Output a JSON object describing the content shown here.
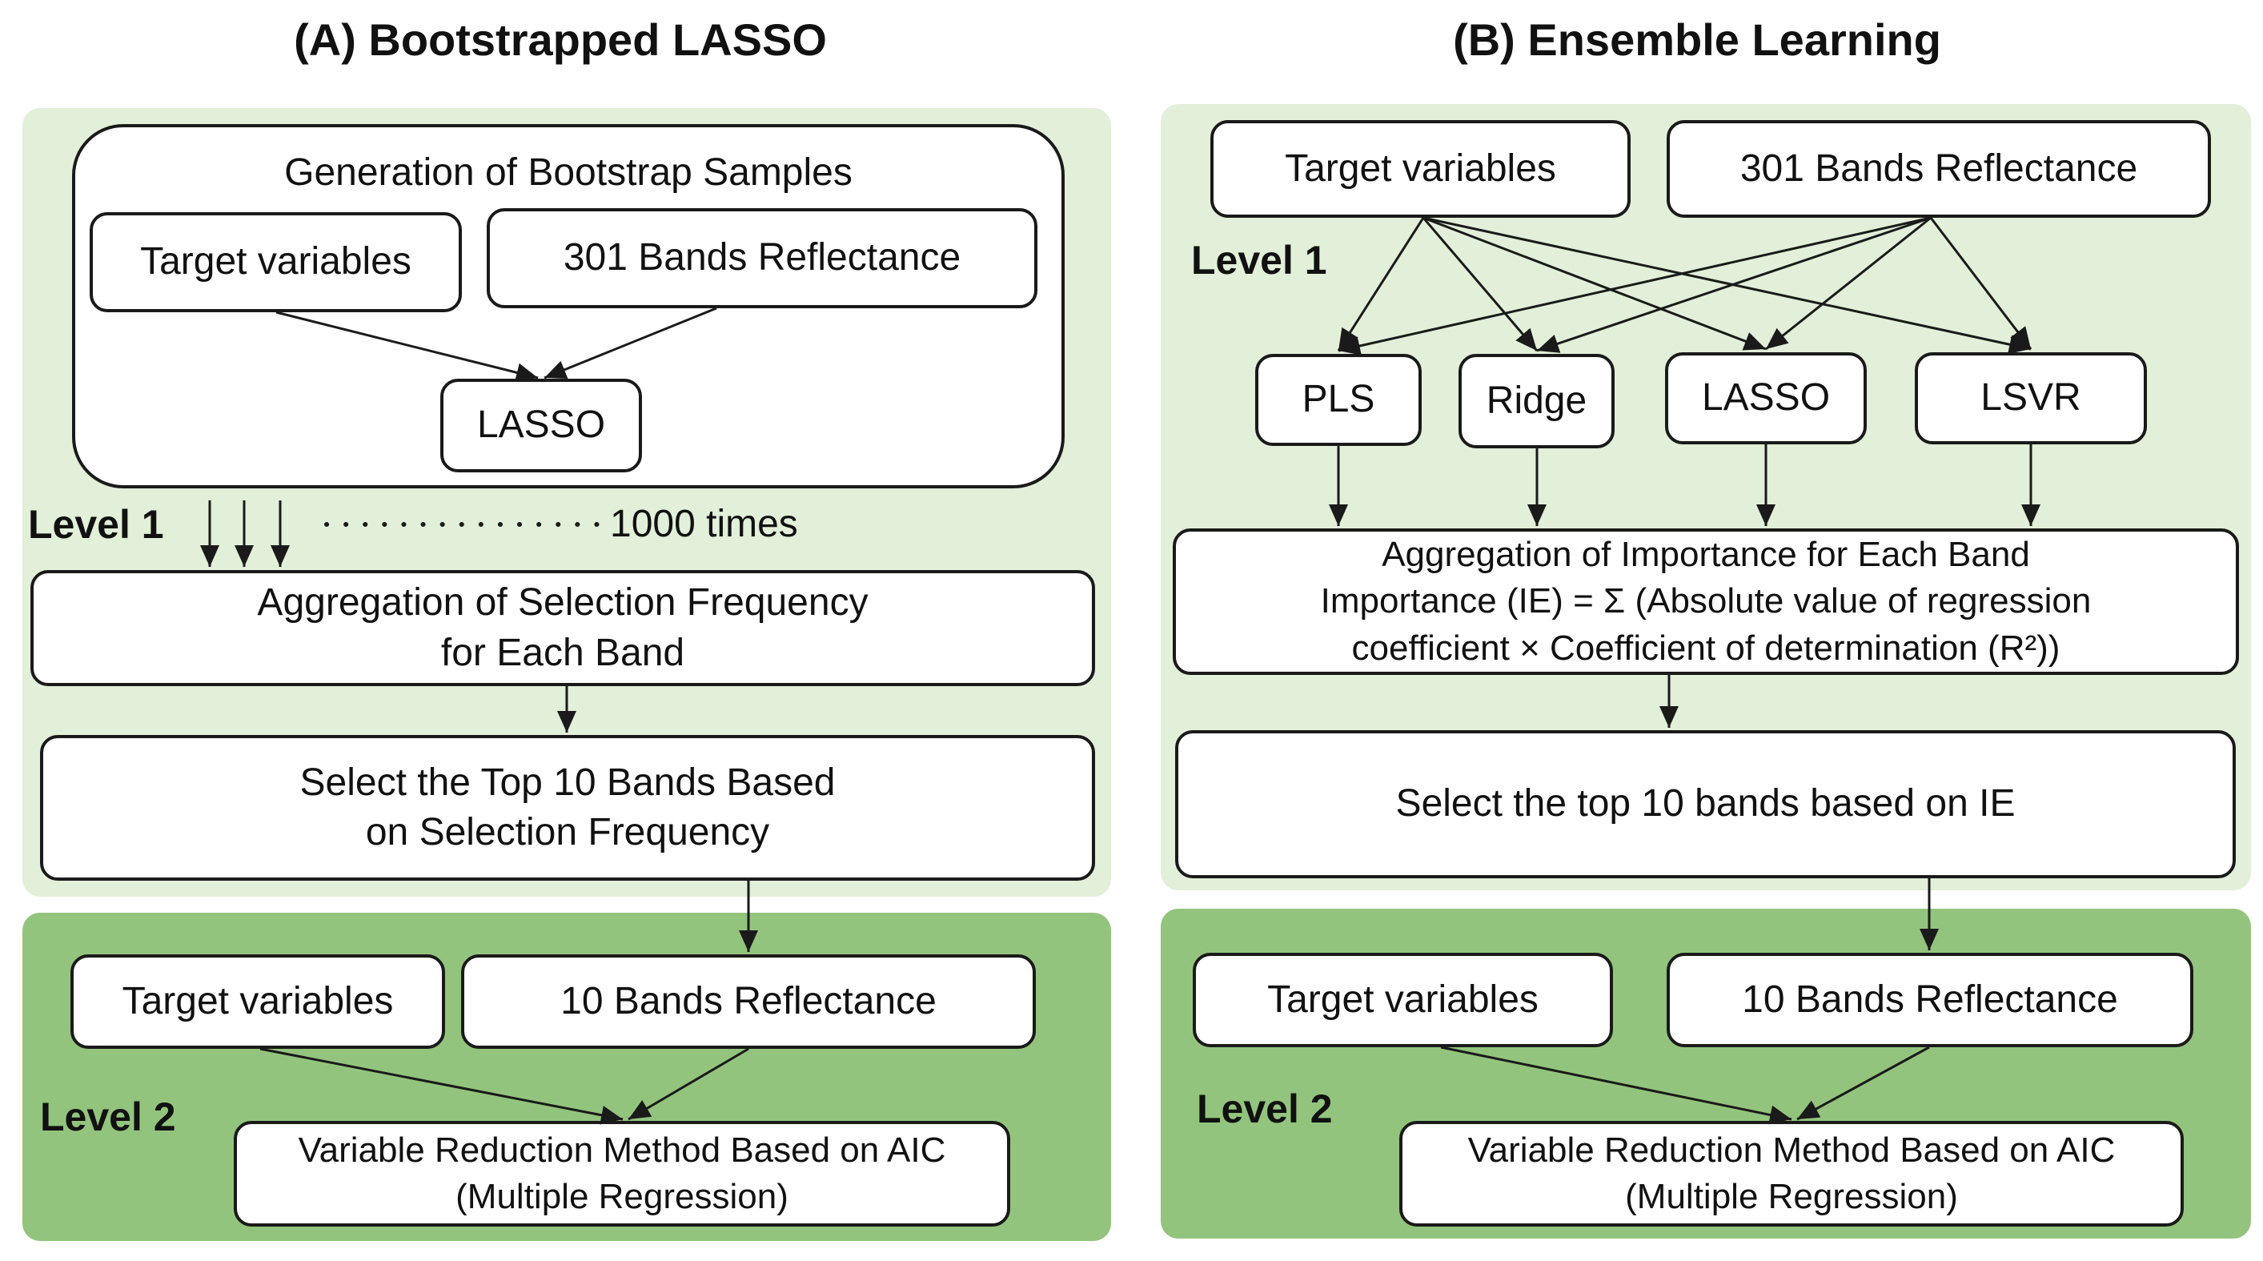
{
  "panels": {
    "a": {
      "title": "(A) Bootstrapped LASSO",
      "bootstrap_group": "Generation of Bootstrap Samples",
      "target": "Target variables",
      "bands301": "301 Bands Reflectance",
      "lasso": "LASSO",
      "level1": "Level 1",
      "repeat": "1000 times",
      "aggregation": "Aggregation of Selection Frequency\nfor Each Band",
      "select": "Select the Top 10 Bands Based\non Selection Frequency",
      "target2": "Target variables",
      "bands10": "10 Bands Reflectance",
      "level2": "Level 2",
      "reduction": "Variable Reduction Method Based on AIC\n(Multiple Regression)"
    },
    "b": {
      "title": "(B) Ensemble Learning",
      "target": "Target variables",
      "bands301": "301 Bands Reflectance",
      "level1": "Level 1",
      "pls": "PLS",
      "ridge": "Ridge",
      "lasso": "LASSO",
      "lsvr": "LSVR",
      "aggregation": "Aggregation of Importance for Each Band\nImportance (IE) = Σ (Absolute value of regression\ncoefficient × Coefficient of determination (R²))",
      "select": "Select the top 10 bands based on IE",
      "target2": "Target variables",
      "bands10": "10 Bands Reflectance",
      "level2": "Level 2",
      "reduction": "Variable Reduction Method Based on AIC\n(Multiple Regression)"
    }
  },
  "colors": {
    "level1_bg": "#e2efd9",
    "level2_bg": "#93c47d",
    "border": "#1a1a1a"
  }
}
